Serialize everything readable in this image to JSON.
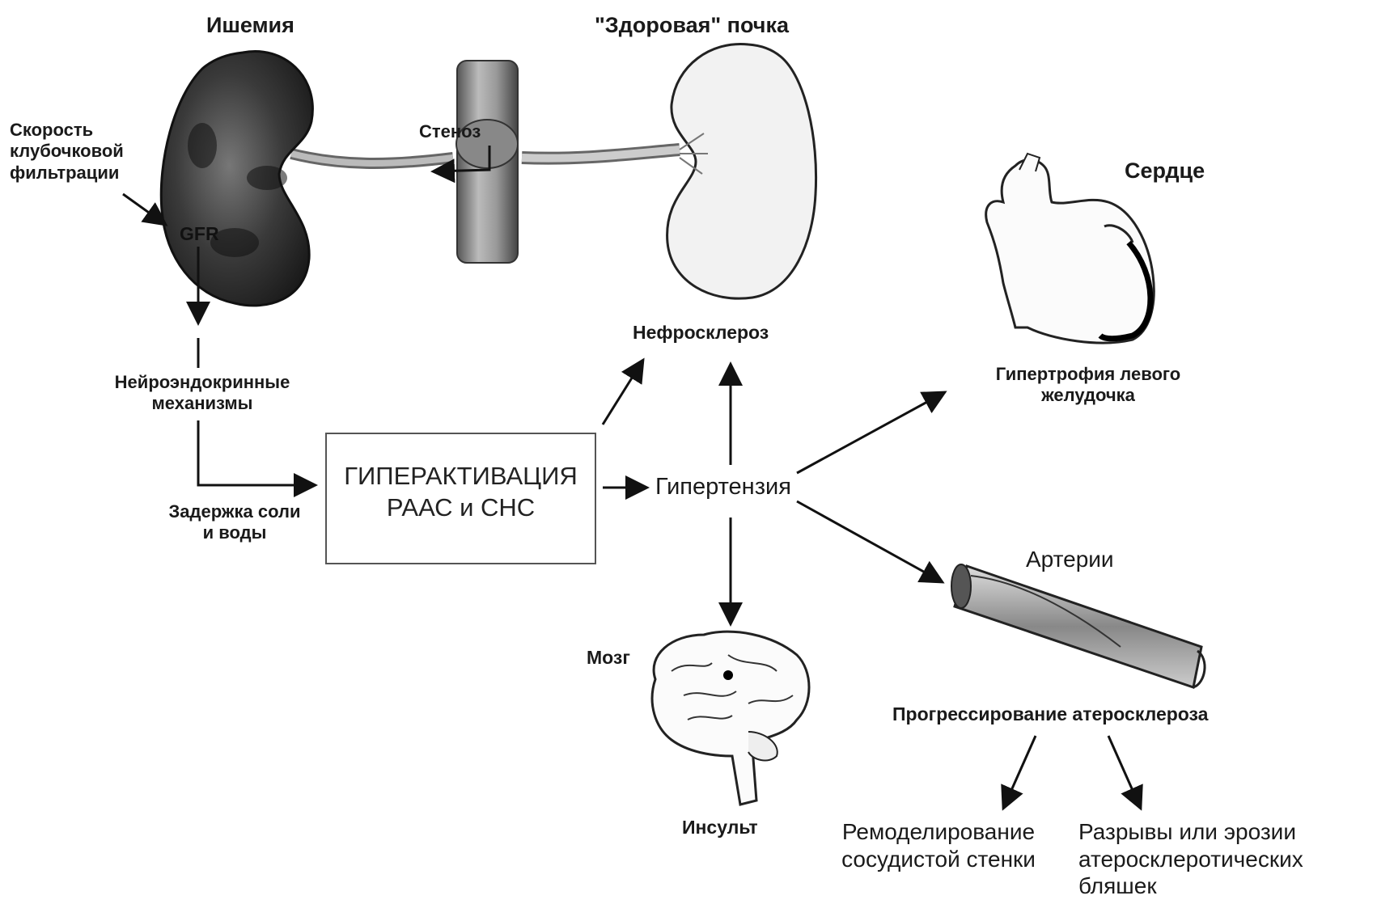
{
  "labels": {
    "ischemia": "Ишемия",
    "healthy_kidney": "\"Здоровая\" почка",
    "gfr_title": [
      "Скорость",
      "клубочковой",
      "фильтрации"
    ],
    "gfr": "GFR",
    "stenosis": "Стеноз",
    "heart": "Сердце",
    "nephrosclerosis": "Нефросклероз",
    "neuroendocrine": [
      "Нейроэндокринные",
      "механизмы"
    ],
    "hyperactivation": [
      "ГИПЕРАКТИВАЦИЯ",
      "РААС и СНС"
    ],
    "hypertension": "Гипертензия",
    "lv_hypertrophy": [
      "Гипертрофия левого",
      "желудочка"
    ],
    "salt_water": [
      "Задержка соли",
      "и воды"
    ],
    "arteries": "Артерии",
    "brain": "Мозг",
    "stroke": "Инсульт",
    "atherosclerosis": "Прогрессирование атеросклероза",
    "remodeling": [
      "Ремоделирование",
      "сосудистой стенки"
    ],
    "ruptures": [
      "Разрывы или эрозии",
      "атеросклеротических",
      "бляшек"
    ]
  }
}
